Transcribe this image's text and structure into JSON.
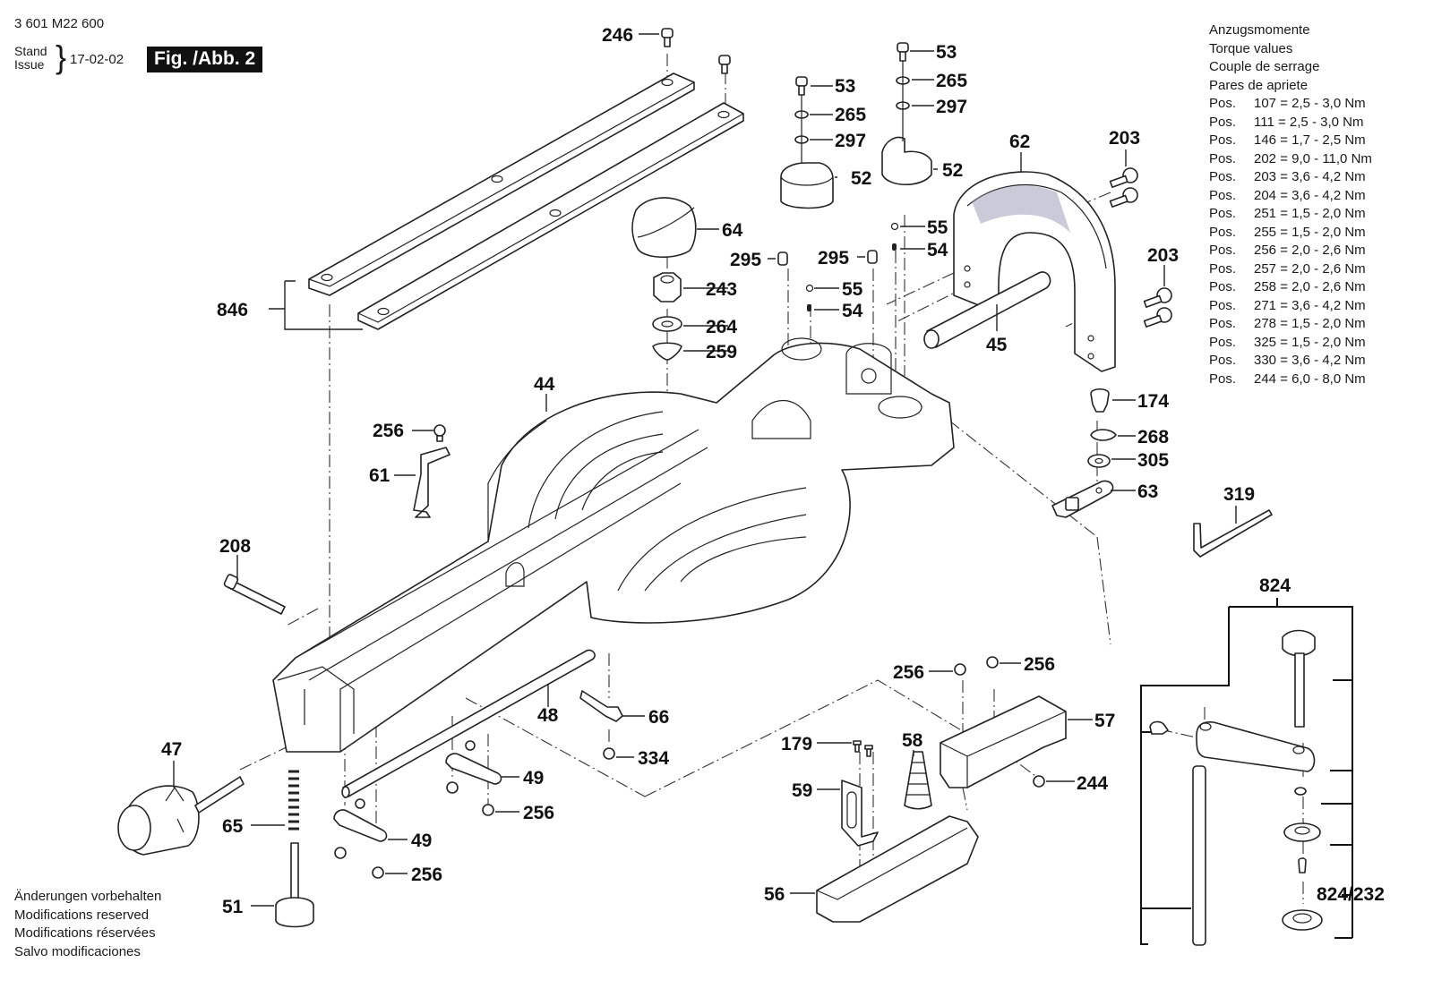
{
  "header": {
    "part_number": "3 601 M22 600",
    "stand_label": "Stand",
    "issue_label": "Issue",
    "date": "17-02-02",
    "figure_label": "Fig. /Abb. 2"
  },
  "torque_table": {
    "titles": [
      "Anzugsmomente",
      "Torque values",
      "Couple de serrage",
      "Pares de apriete"
    ],
    "rows": [
      {
        "prefix": "Pos.",
        "pos": "107",
        "value": "2,5 - 3,0 Nm"
      },
      {
        "prefix": "Pos.",
        "pos": "111",
        "value": "2,5 - 3,0 Nm"
      },
      {
        "prefix": "Pos.",
        "pos": "146",
        "value": "1,7 - 2,5 Nm"
      },
      {
        "prefix": "Pos.",
        "pos": "202",
        "value": "9,0 - 11,0 Nm"
      },
      {
        "prefix": "Pos.",
        "pos": "203",
        "value": "3,6 - 4,2 Nm"
      },
      {
        "prefix": "Pos.",
        "pos": "204",
        "value": "3,6 - 4,2 Nm"
      },
      {
        "prefix": "Pos.",
        "pos": "251",
        "value": "1,5 - 2,0 Nm"
      },
      {
        "prefix": "Pos.",
        "pos": "255",
        "value": "1,5 - 2,0 Nm"
      },
      {
        "prefix": "Pos.",
        "pos": "256",
        "value": "2,0 - 2,6 Nm"
      },
      {
        "prefix": "Pos.",
        "pos": "257",
        "value": "2,0 - 2,6 Nm"
      },
      {
        "prefix": "Pos.",
        "pos": "258",
        "value": "2,0 - 2,6 Nm"
      },
      {
        "prefix": "Pos.",
        "pos": "271",
        "value": "3,6 - 4,2 Nm"
      },
      {
        "prefix": "Pos.",
        "pos": "278",
        "value": "1,5 - 2,0 Nm"
      },
      {
        "prefix": "Pos.",
        "pos": "325",
        "value": "1,5 - 2,0 Nm"
      },
      {
        "prefix": "Pos.",
        "pos": "330",
        "value": "3,6 - 4,2 Nm"
      },
      {
        "prefix": "Pos.",
        "pos": "244",
        "value": "6,0 - 8,0 Nm"
      }
    ]
  },
  "footer": {
    "lines": [
      "Änderungen vorbehalten",
      "Modifications reserved",
      "Modifications réservées",
      "Salvo modificaciones"
    ]
  },
  "part_labels": {
    "l246": "246",
    "l846": "846",
    "l53a": "53",
    "l265a": "265",
    "l297a": "297",
    "l52a": "52",
    "l53b": "53",
    "l265b": "265",
    "l297b": "297",
    "l52b": "52",
    "l64": "64",
    "l243": "243",
    "l264": "264",
    "l259": "259",
    "l295a": "295",
    "l295b": "295",
    "l55a": "55",
    "l54a": "54",
    "l55b": "55",
    "l54b": "54",
    "l62": "62",
    "l203a": "203",
    "l203b": "203",
    "l45": "45",
    "l44": "44",
    "l256a": "256",
    "l61": "61",
    "l208": "208",
    "l174": "174",
    "l268": "268",
    "l305": "305",
    "l63": "63",
    "l319": "319",
    "l824": "824",
    "l824_232": "824/232",
    "l47": "47",
    "l65": "65",
    "l51": "51",
    "l48": "48",
    "l66": "66",
    "l334": "334",
    "l49a": "49",
    "l256b": "256",
    "l49b": "49",
    "l256c": "256",
    "l256d": "256",
    "l256e": "256",
    "l57": "57",
    "l179": "179",
    "l58": "58",
    "l59": "59",
    "l244": "244",
    "l56": "56"
  }
}
